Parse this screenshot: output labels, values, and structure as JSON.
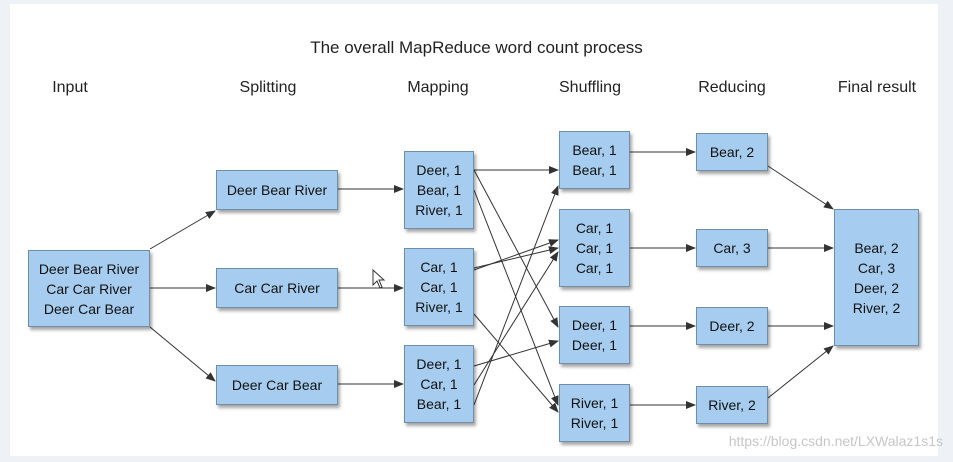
{
  "title": "The overall MapReduce word count process",
  "columns": {
    "input": "Input",
    "splitting": "Splitting",
    "mapping": "Mapping",
    "shuffling": "Shuffling",
    "reducing": "Reducing",
    "final": "Final result"
  },
  "input": {
    "text": "Deer Bear River\nCar Car River\nDeer Car Bear"
  },
  "splits": [
    "Deer Bear River",
    "Car Car River",
    "Deer Car Bear"
  ],
  "maps": [
    "Deer, 1\nBear, 1\nRiver, 1",
    "Car, 1\nCar, 1\nRiver, 1",
    "Deer, 1\nCar, 1\nBear, 1"
  ],
  "shuffles": [
    "Bear, 1\nBear, 1",
    "Car, 1\nCar, 1\nCar, 1",
    "Deer, 1\nDeer, 1",
    "River, 1\nRiver, 1"
  ],
  "reduces": [
    "Bear, 2",
    "Car, 3",
    "Deer, 2",
    "River, 2"
  ],
  "final": {
    "text": "Bear, 2\nCar, 3\nDeer, 2\nRiver, 2"
  },
  "watermark": "https://blog.csdn.net/LXWalaz1s1s",
  "colors": {
    "box_fill": "#a6cdef",
    "box_border": "#6f8fa8",
    "arrow": "#333333"
  }
}
